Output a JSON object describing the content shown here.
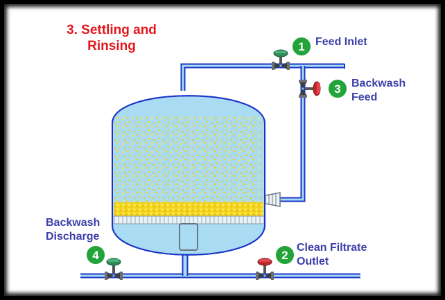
{
  "title_line1": "3. Settling and",
  "title_line2": "Rinsing",
  "colors": {
    "title": "#e3171b",
    "label": "#3b3fa8",
    "badge": "#22a43a",
    "pipe": "#1a35c8",
    "pipe_fill": "#a9dcf3",
    "tank_fill": "#a9dcf3",
    "media": "#f2d21b",
    "valve_open": "#2e8b57",
    "valve_closed": "#c0272d"
  },
  "callouts": [
    {
      "number": "1",
      "line1": "Feed Inlet",
      "line2": "",
      "valve": "open"
    },
    {
      "number": "2",
      "line1": "Clean Filtrate",
      "line2": "Outlet",
      "valve": "closed"
    },
    {
      "number": "3",
      "line1": "Backwash",
      "line2": "Feed",
      "valve": "closed"
    },
    {
      "number": "4",
      "line1": "Backwash",
      "line2": "Discharge",
      "valve": "open"
    }
  ]
}
